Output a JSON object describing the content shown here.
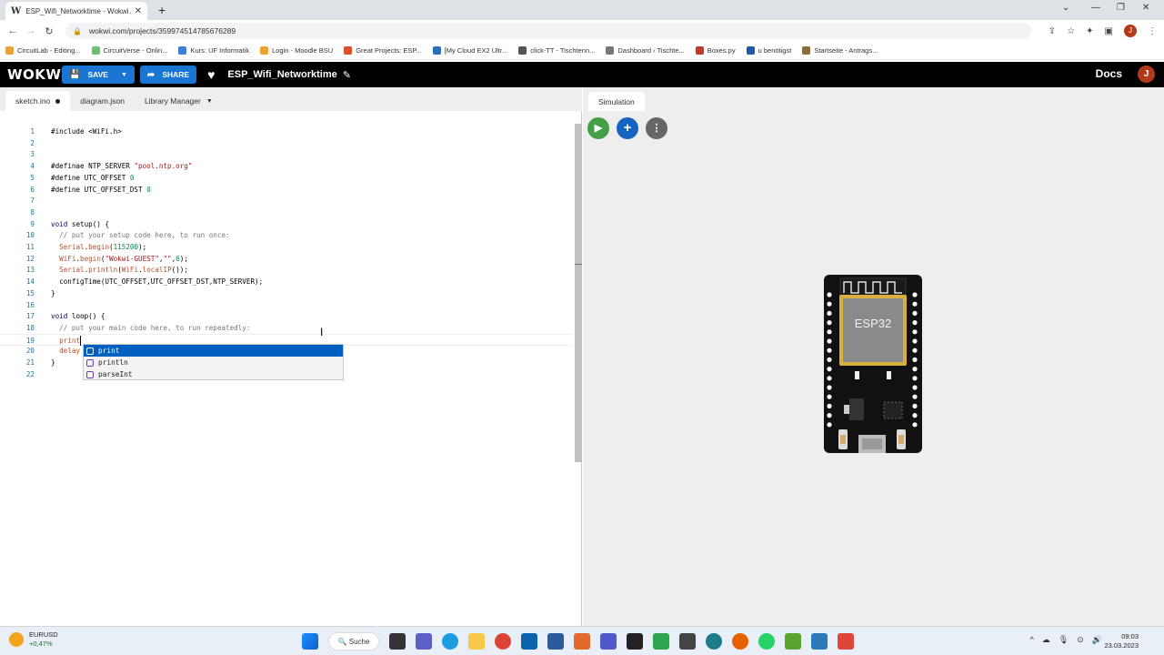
{
  "browser": {
    "tab_title": "ESP_Wifi_Networktime - Wokwi A",
    "tab_favicon": "W",
    "url": "wokwi.com/projects/359974514785676289"
  },
  "bookmarks": [
    {
      "label": "CircuitLab - Editing...",
      "color": "#e8a23b"
    },
    {
      "label": "CircuitVerse - Onlin...",
      "color": "#6cbf6c"
    },
    {
      "label": "Kurs: UF Informatik",
      "color": "#3b7dd8"
    },
    {
      "label": "Login - Moodle BSU",
      "color": "#f0a030"
    },
    {
      "label": "Great Projects: ESP...",
      "color": "#d9502a"
    },
    {
      "label": "[My Cloud EX2 Ultr...",
      "color": "#2a6fb8"
    },
    {
      "label": "click-TT - Tischtenn...",
      "color": "#555"
    },
    {
      "label": "Dashboard ‹ Tischte...",
      "color": "#777"
    },
    {
      "label": "Boxes.py",
      "color": "#c0392b"
    },
    {
      "label": "u benötigst",
      "color": "#1e5aa8"
    },
    {
      "label": "Startseite - Antrags...",
      "color": "#8a6d3b"
    }
  ],
  "header": {
    "logo": "WOKWi",
    "save_label": "SAVE",
    "share_label": "SHARE",
    "project_name": "ESP_Wifi_Networktime",
    "docs_label": "Docs",
    "user_initial": "J"
  },
  "editor": {
    "tabs": [
      {
        "label": "sketch.ino"
      },
      {
        "label": "diagram.json"
      },
      {
        "label": "Library Manager"
      }
    ],
    "code_lines": [
      "#include <WiFi.h>",
      "",
      "",
      "#definae NTP_SERVER \"pool.ntp.org\"",
      "#define UTC_OFFSET 0",
      "#define UTC_OFFSET_DST 0",
      "",
      "",
      "void setup() {",
      "  // put your setup code here, to run once:",
      "  Serial.begin(115200);",
      "  WiFi.begin(\"Wokwi-GUEST\",\"\",6);",
      "  Serial.println(WiFi.localIP());",
      "  configTime(UTC_OFFSET,UTC_OFFSET_DST,NTP_SERVER);",
      "}",
      "",
      "void loop() {",
      "  // put your main code here, to run repeatedly:",
      "  print",
      "  delay",
      "}",
      ""
    ],
    "suggestions": [
      "print",
      "println",
      "parseInt"
    ],
    "selected_suggestion": "print",
    "current_line": 19
  },
  "simulation": {
    "tab_label": "Simulation",
    "chip_label": "ESP32",
    "play_icon": "play-icon",
    "add_icon": "plus-icon",
    "more_icon": "more-vert-icon"
  },
  "taskbar": {
    "ticker": "EURUSD",
    "change": "+0,47%",
    "search_label": "Suche",
    "time": "09:03",
    "date": "23.03.2023"
  },
  "colors": {
    "accent": "#1976d2",
    "play": "#43a047",
    "header_bg": "#000000"
  }
}
